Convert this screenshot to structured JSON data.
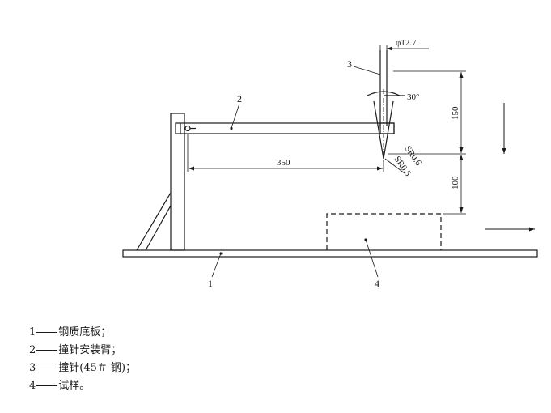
{
  "callouts": {
    "base": "1",
    "arm": "2",
    "striker": "3",
    "specimen": "4"
  },
  "dimensions": {
    "diameter": "φ12.7",
    "angle": "30°",
    "arm_length": "350",
    "striker_height": "150",
    "drop_height": "100",
    "tip_radius_outer": "SR0.6",
    "tip_radius_inner": "SR0.5"
  },
  "legend": [
    {
      "num": "1",
      "text": "钢质底板；"
    },
    {
      "num": "2",
      "text": "撞针安装臂；"
    },
    {
      "num": "3",
      "text": "撞针(45＃ 钢)；"
    },
    {
      "num": "4",
      "text": "试样。"
    }
  ]
}
